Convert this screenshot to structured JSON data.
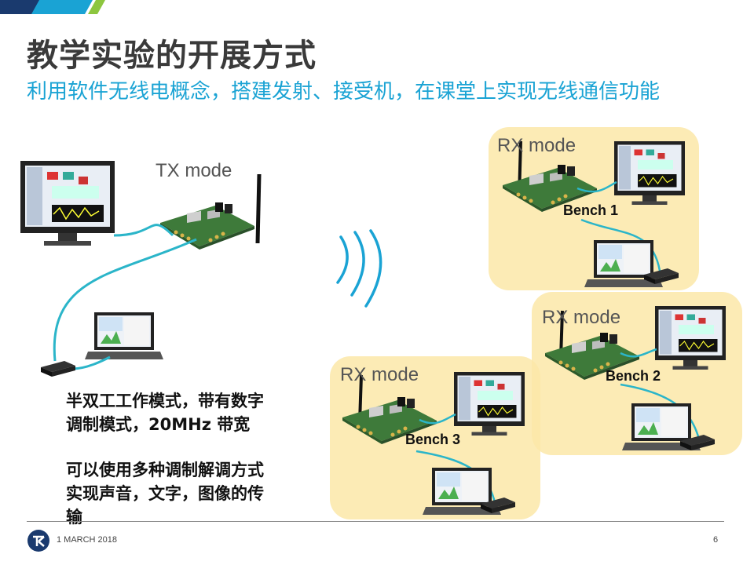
{
  "slide": {
    "title": "教学实验的开展方式",
    "subtitle": "利用软件无线电概念，搭建发射、接受机，在课堂上实现无线通信功能",
    "tx_mode": "TX mode",
    "rx_mode": "RX mode",
    "benches": [
      "Bench 1",
      "Bench 2",
      "Bench 3"
    ],
    "desc_lines_1": [
      "半双工工作模式，带有数字",
      "调制模式，20MHz 带宽"
    ],
    "desc_lines_2": [
      "可以使用多种调制解调方式",
      "实现声音，文字，图像的传",
      "输"
    ]
  },
  "footer": {
    "date": "1 MARCH 2018",
    "page": "6"
  },
  "colors": {
    "accent_blue": "#1aa3d4",
    "accent_green": "#8dc63f",
    "panel_yellow": "#fbe7a8",
    "cable": "#2bb5c9"
  },
  "icons": [
    "logo-icon",
    "monitor-icon",
    "laptop-icon",
    "sdr-board-icon",
    "antenna-icon",
    "wireless-waves-icon",
    "usb-device-icon"
  ]
}
